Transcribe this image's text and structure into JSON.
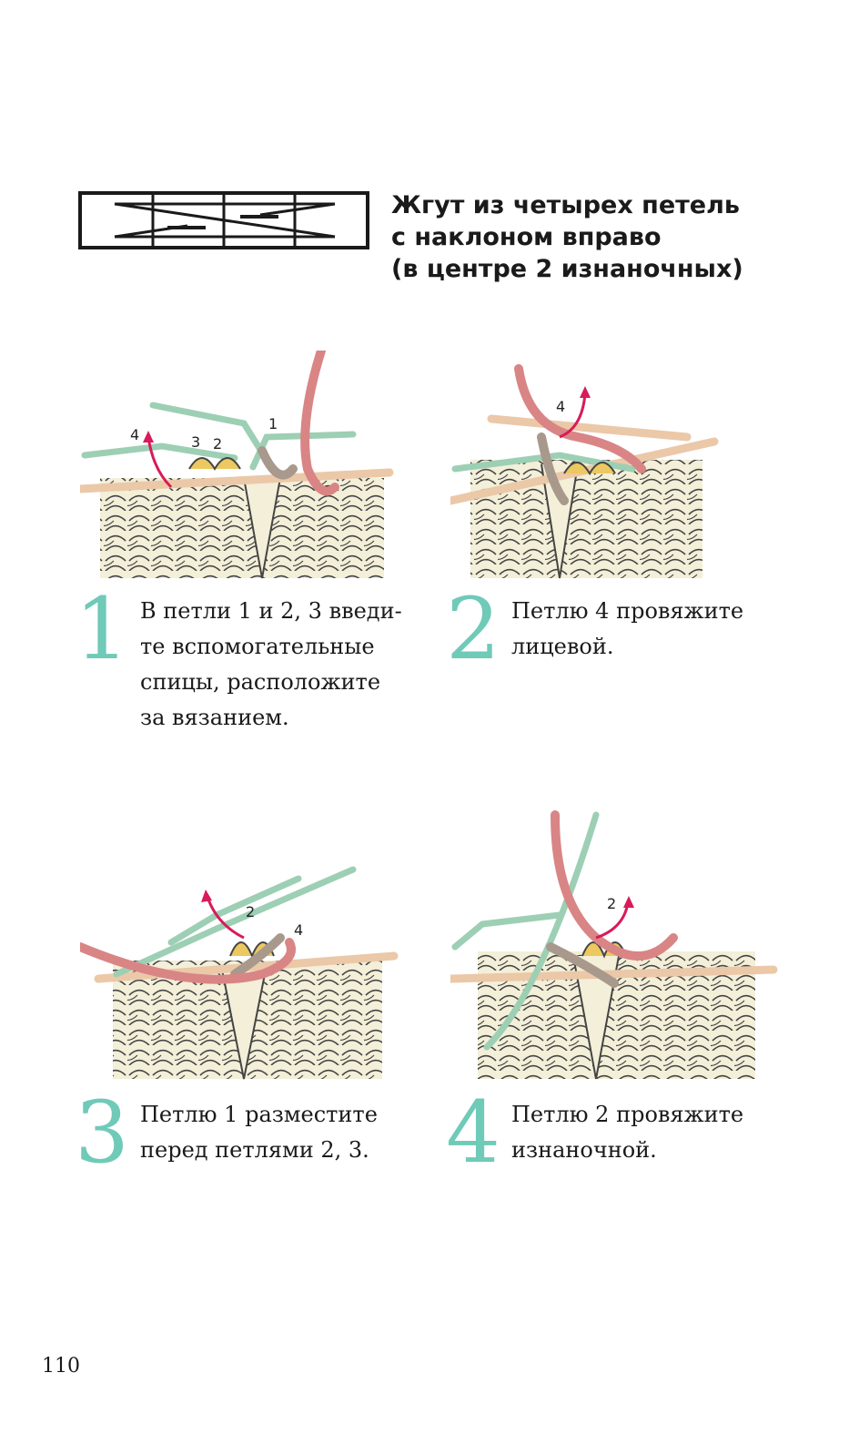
{
  "title_lines": [
    "Жгут из четырех петель",
    "с наклоном вправо",
    "(в центре 2 изнаночных)"
  ],
  "steps": [
    {
      "number": "1",
      "lines": [
        "В петли 1 и 2, 3 введи-",
        "те вспомогательные",
        "спицы, расположите",
        "за вязанием."
      ],
      "labels": [
        "4",
        "3",
        "2",
        "1"
      ]
    },
    {
      "number": "2",
      "lines": [
        "Петлю 4 провяжите",
        "лицевой."
      ],
      "labels": [
        "4"
      ]
    },
    {
      "number": "3",
      "lines": [
        "Петлю 1 разместите",
        "перед петлями 2, 3."
      ],
      "labels": [
        "2",
        "4"
      ]
    },
    {
      "number": "4",
      "lines": [
        "Петлю 2 провяжите",
        "изнаночной."
      ],
      "labels": [
        "2"
      ]
    }
  ],
  "page_number": "110",
  "colors": {
    "accent_number": "#6fcab8",
    "yarn_cream": "#f3efd8",
    "needle_green": "#9dcfb4",
    "yarn_pink": "#d98585",
    "yarn_taupe": "#a8998c",
    "yarn_yellow": "#ecc860",
    "arrow_red": "#d81b5a"
  }
}
